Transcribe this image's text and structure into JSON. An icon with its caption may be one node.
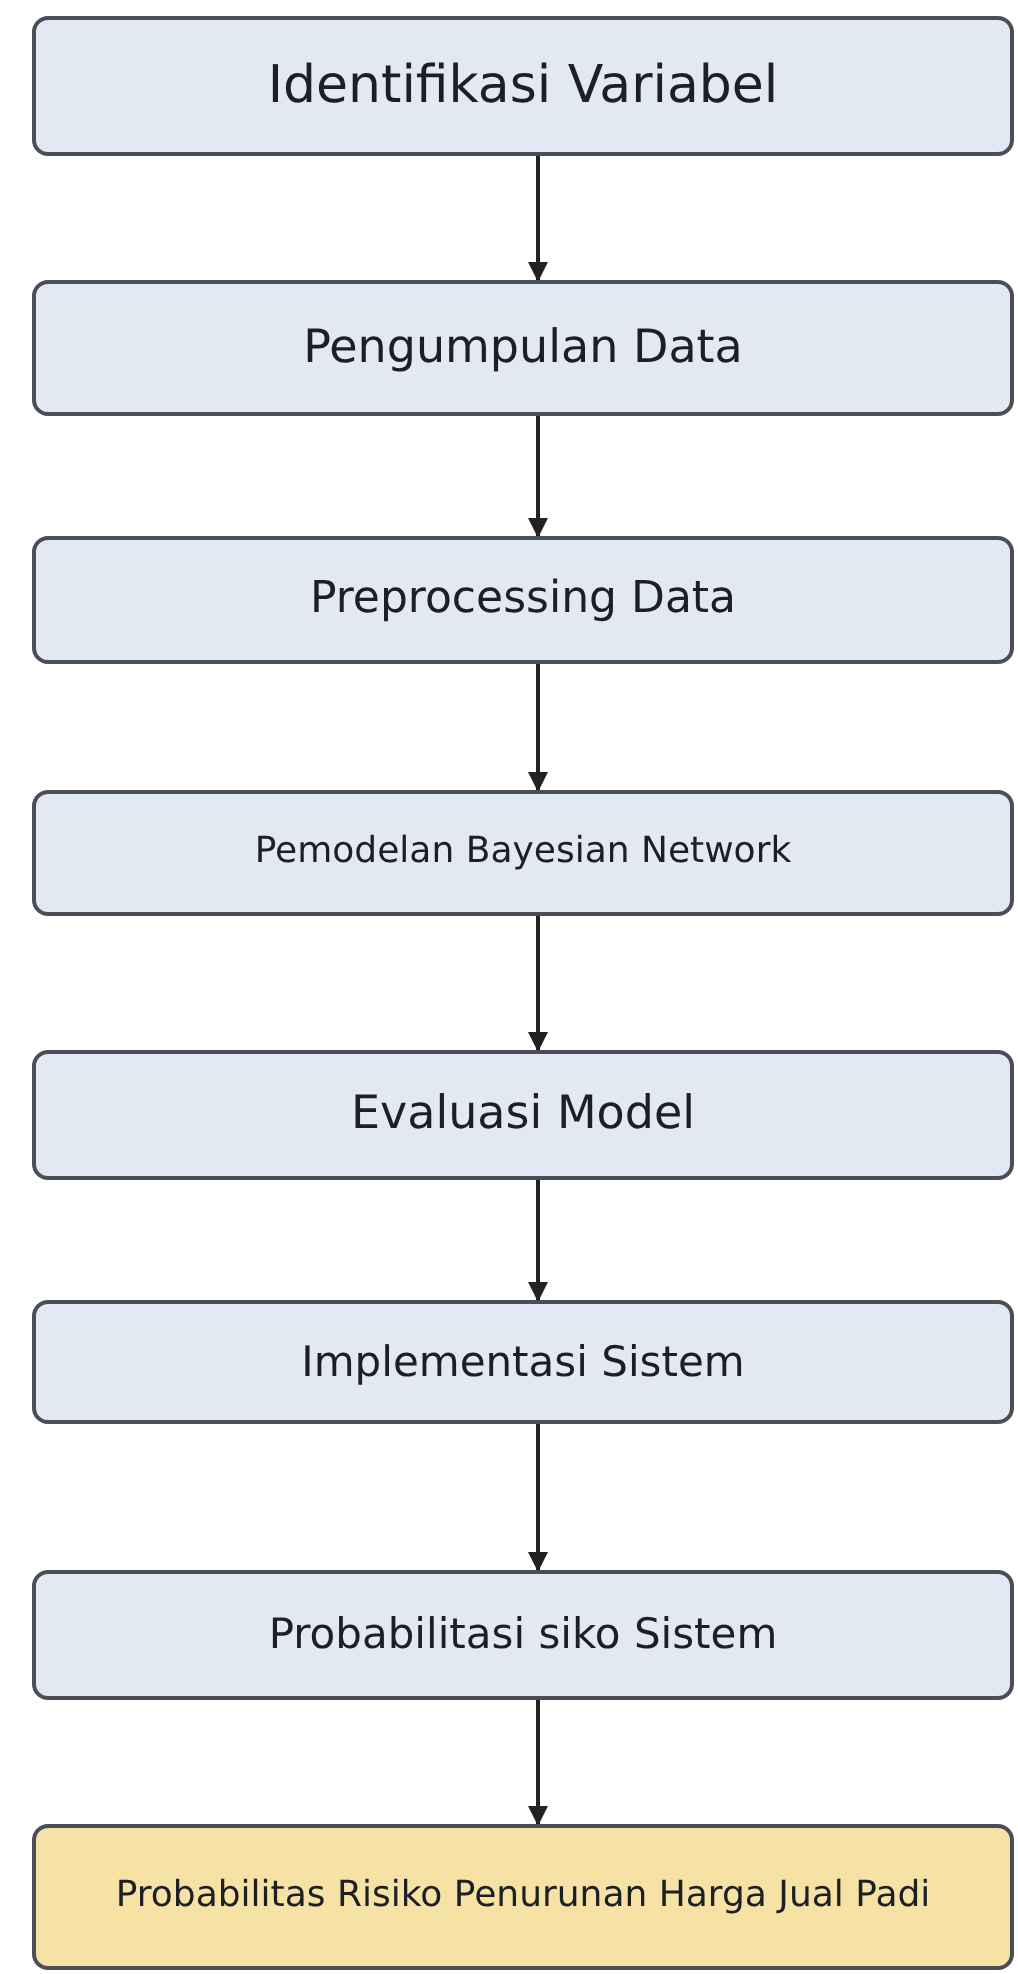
{
  "diagram": {
    "nodes": [
      {
        "text": [
          "Identifikasi Variabel"
        ]
      },
      {
        "text": [
          "Pengumpulan Data"
        ]
      },
      {
        "text": [
          "Preprocessing Data"
        ]
      },
      {
        "text": [
          "Pemodelan Bayesian Network"
        ]
      },
      {
        "text": [
          "Evaluasi Model"
        ]
      },
      {
        "text": [
          "Implementasi Sistem"
        ]
      },
      {
        "text": [
          "Probabilitasi siko Sistem"
        ]
      },
      {
        "text": [
          "Probabilitas Risiko Penurunan Harga Jual Padi"
        ]
      }
    ],
    "edges": [
      {
        "from": 0,
        "to": 1,
        "arrow": "to"
      },
      {
        "from": 1,
        "to": 2,
        "arrow": "to"
      },
      {
        "from": 2,
        "to": 3,
        "arrow": "to"
      },
      {
        "from": 3,
        "to": 4,
        "arrow": "to"
      },
      {
        "from": 4,
        "to": 5,
        "arrow": "to"
      },
      {
        "from": 5,
        "to": 6,
        "arrow": "to"
      },
      {
        "from": 6,
        "to": 7,
        "arrow": "to"
      }
    ]
  }
}
